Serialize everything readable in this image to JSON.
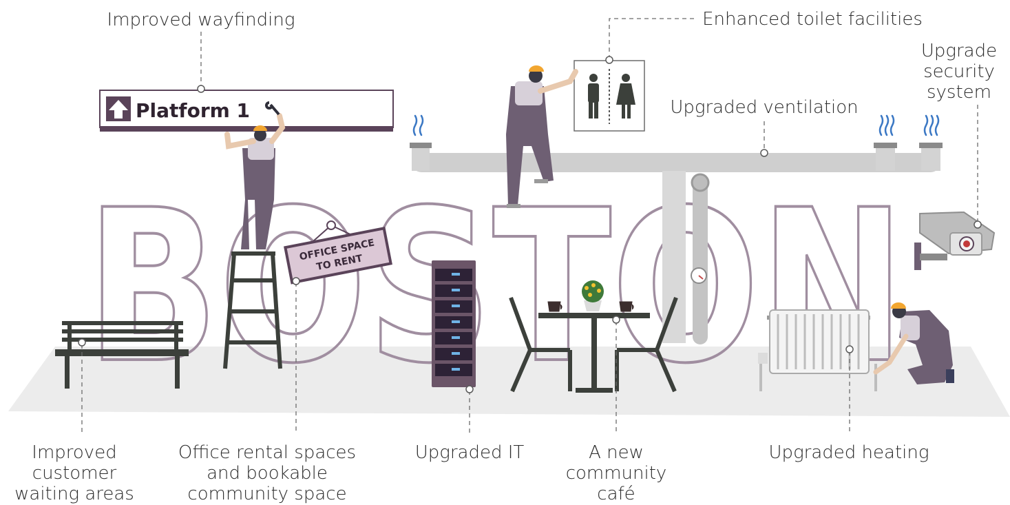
{
  "title": "BOSTON",
  "sign": {
    "text": "Platform 1"
  },
  "office_sign": {
    "line1": "OFFICE SPACE",
    "line2": "TO RENT"
  },
  "labels": {
    "wayfinding": "Improved wayfinding",
    "toilets": "Enhanced toilet facilities",
    "security": "Upgrade\nsecurity\nsystem",
    "ventilation": "Upgraded ventilation",
    "waiting": "Improved\ncustomer\nwaiting areas",
    "office": "Office rental spaces\nand bookable\ncommunity space",
    "it": "Upgraded IT",
    "cafe": "A new\ncommunity\ncafé",
    "heating": "Upgraded heating"
  },
  "colors": {
    "accent": "#5a4359",
    "letter_outline": "#a08ea0",
    "worker": "#6e5f73",
    "floor": "#ececec",
    "pipe": "#cfcfcf",
    "dark_furniture": "#3c403b"
  }
}
